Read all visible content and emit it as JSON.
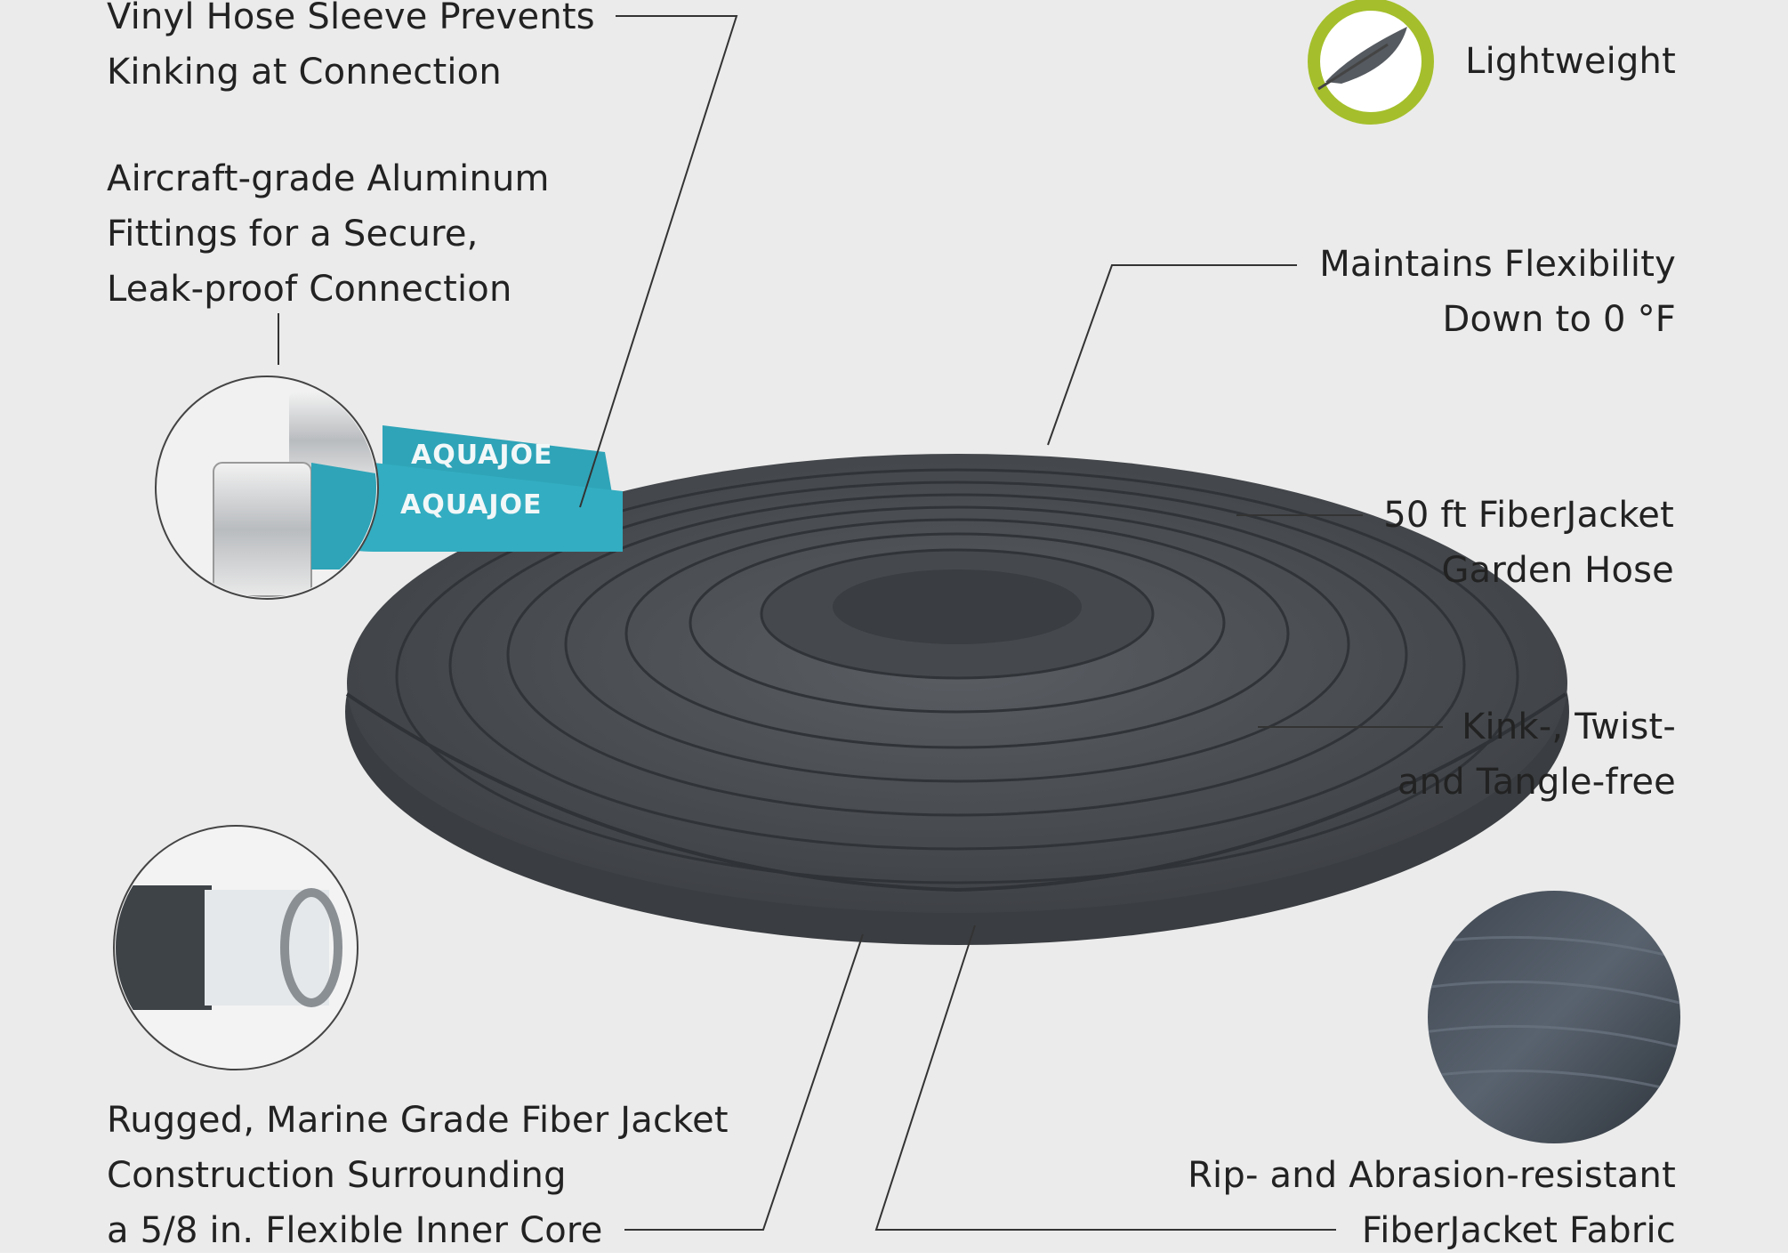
{
  "callouts": {
    "vinyl_sleeve": [
      "Vinyl Hose Sleeve Prevents",
      "Kinking at Connection"
    ],
    "aluminum": [
      "Aircraft-grade Aluminum",
      "Fittings for a Secure,",
      "Leak-proof Connection"
    ],
    "lightweight": [
      "Lightweight"
    ],
    "flexibility": [
      "Maintains Flexibility",
      "Down to  0 °F"
    ],
    "fiberjacket_hose": [
      "50 ft FiberJacket",
      "Garden Hose"
    ],
    "kink_free": [
      "Kink-, Twist-",
      "and Tangle-free"
    ],
    "rugged": [
      "Rugged, Marine Grade Fiber Jacket",
      "Construction Surrounding",
      "a 5/8 in. Flexible Inner Core"
    ],
    "rip_resistant": [
      "Rip- and Abrasion-resistant",
      "FiberJacket Fabric"
    ]
  },
  "brand": {
    "label": "AQUAJOE"
  },
  "icons": {
    "feather": "feather-icon"
  },
  "colors": {
    "background": "#ebebeb",
    "hose": "#4b4f54",
    "fitting_blue": "#2fa4b8",
    "accent_green": "#a4bf2b"
  }
}
